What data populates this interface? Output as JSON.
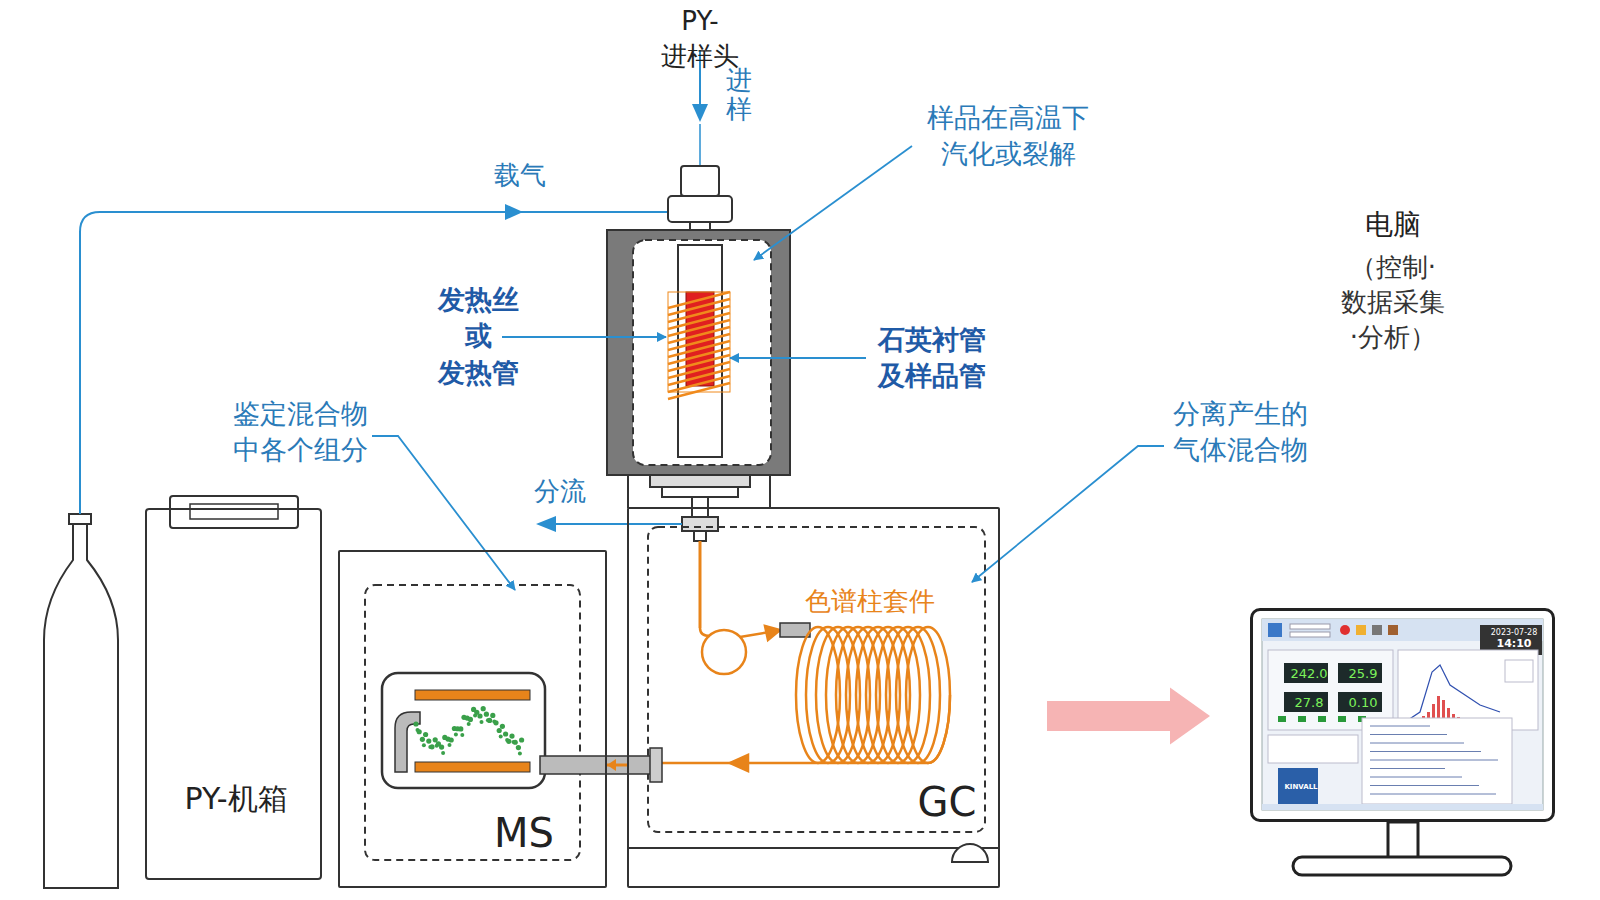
{
  "diagram": {
    "nodes": [
      {
        "text": [
          "PY-机箱"
        ]
      },
      {
        "text": [
          "MS"
        ]
      },
      {
        "text": [
          "GC"
        ]
      },
      {
        "text": [
          "2023-07-28",
          "14:10",
          "242.0",
          "25.9",
          "27.8",
          "0.10",
          "KINVALL"
        ]
      }
    ],
    "edges": [
      {
        "from": 2,
        "to": 1,
        "arrow": "to"
      },
      {
        "from": 2,
        "to": 3,
        "arrow": "to"
      }
    ],
    "labels": [
      "PY-进样头",
      "进样",
      "载气",
      "样品在高温下 汽化或裂解",
      "发热丝 或 发热管",
      "石英衬管 及样品管",
      "鉴定混合物 中各个组分",
      "分流",
      "分离产生的 气体混合物",
      "色谱柱套件",
      "电脑",
      "（控制·数据采集·分析）"
    ]
  }
}
